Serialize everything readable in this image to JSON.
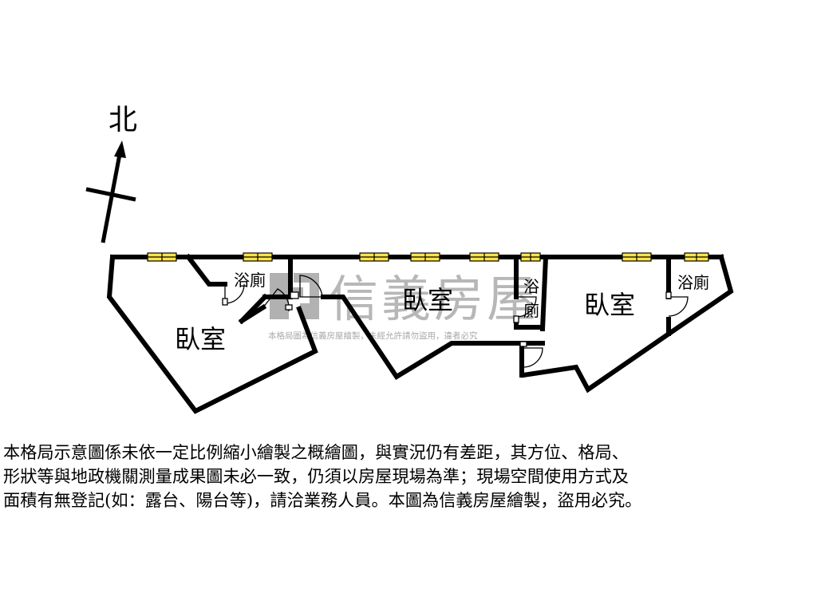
{
  "compass": {
    "label": "北"
  },
  "rooms": {
    "bedroom_1": "臥室",
    "bathroom_1": "浴廁",
    "bedroom_2": "臥室",
    "bathroom_2_top": "浴",
    "bathroom_2_bottom": "廁",
    "bedroom_3": "臥室",
    "bathroom_3": "浴廁"
  },
  "watermark": {
    "brand": "信義房屋",
    "notice": "本格局圖為信義房屋繪製，未經允許請勿盜用，違者必究"
  },
  "disclaimer": {
    "line1": "本格局示意圖係未依一定比例縮小繪製之概繪圖，與實況仍有差距，其方位、格局、",
    "line2": "形狀等與地政機關測量成果圖未必一致，仍須以房屋現場為準；現場空間使用方式及",
    "line3": "面積有無登記(如：露台、陽台等)，請洽業務人員。本圖為信義房屋繪製，盜用必究。"
  },
  "colors": {
    "wall": "#000000",
    "window": "#ffe34d",
    "background": "#ffffff"
  }
}
